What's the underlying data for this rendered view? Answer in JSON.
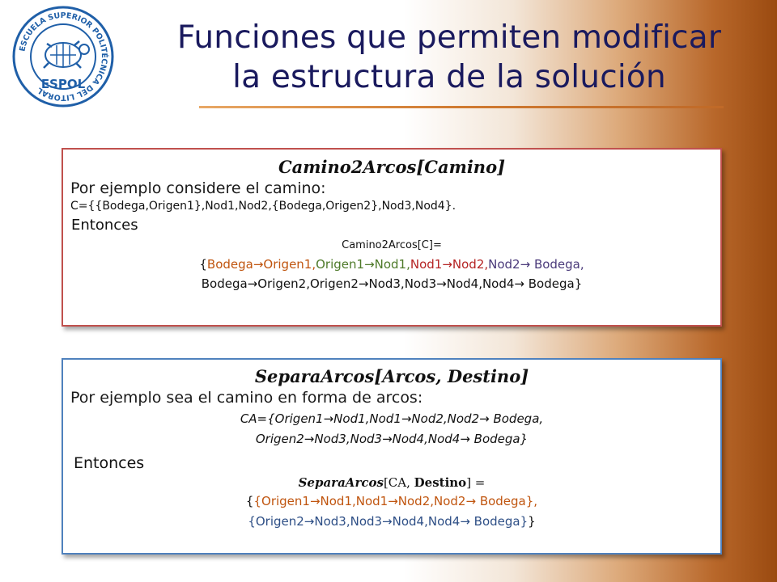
{
  "logo": {
    "ring_text": "ESCUELA SUPERIOR POLITÉCNICA DEL LITORAL",
    "name": "ESPOL",
    "icon": "turtle-icon"
  },
  "title": {
    "line1": "Funciones que permiten modificar",
    "line2": "la estructura de la solución"
  },
  "box1": {
    "formula": "Camino2Arcos[Camino]",
    "intro": "Por ejemplo considere el camino:",
    "path": "C={{Bodega,Origen1},Nod1,Nod2,{Bodega,Origen2},Nod3,Nod4}.",
    "entonces": "Entonces",
    "call": "Camino2Arcos[C]=",
    "open": "{",
    "seg1": "Bodega→Origen1,",
    "seg2": "Origen1→Nod1,",
    "seg3": "Nod1→Nod2,",
    "seg4": "Nod2→ Bodega,",
    "line3": "Bodega→Origen2,Origen2→Nod3,Nod3→Nod4,Nod4→ Bodega}"
  },
  "box2": {
    "formula": "SeparaArcos[Arcos, Destino]",
    "intro": "Por ejemplo sea el camino en forma de arcos:",
    "ca_line1": "CA={Origen1→Nod1,Nod1→Nod2,Nod2→ Bodega,",
    "ca_line2": "Origen2→Nod3,Nod3→Nod4,Nod4→ Bodega}",
    "entonces": "Entonces",
    "call_fn": "SeparaArcos",
    "call_args_open": "[CA, ",
    "call_arg2": "Destino",
    "call_close": "] =",
    "res1_open": "{",
    "res1_body": "{Origen1→Nod1,Nod1→Nod2,Nod2→ Bodega},",
    "res2_body": "{Origen2→Nod3,Nod3→Nod4,Nod4→ Bodega}",
    "res2_close": "}"
  },
  "colors": {
    "title": "#1a1a5e",
    "box1_border": "#c0504d",
    "box2_border": "#4f81bd",
    "orange": "#c0550f",
    "green": "#4e7a2a",
    "red": "#b52424",
    "purple": "#4a3a7a",
    "blue": "#2e4f86"
  }
}
